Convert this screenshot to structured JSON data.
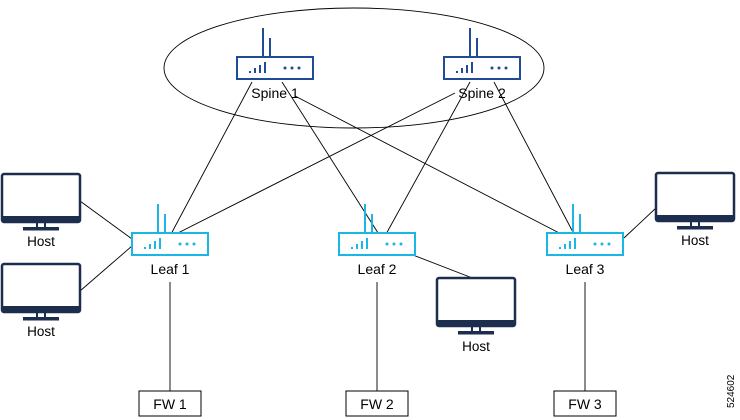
{
  "colors": {
    "spine": "#1f4b99",
    "leaf": "#19b6e6",
    "host": "#1c2d4d",
    "line": "#000000"
  },
  "spines": [
    {
      "label": "Spine 1",
      "icon": "switch-icon"
    },
    {
      "label": "Spine 2",
      "icon": "switch-icon"
    }
  ],
  "leaves": [
    {
      "label": "Leaf 1",
      "icon": "switch-icon"
    },
    {
      "label": "Leaf 2",
      "icon": "switch-icon"
    },
    {
      "label": "Leaf 3",
      "icon": "switch-icon"
    }
  ],
  "hosts": [
    {
      "label": "Host",
      "icon": "monitor-icon"
    },
    {
      "label": "Host",
      "icon": "monitor-icon"
    },
    {
      "label": "Host",
      "icon": "monitor-icon"
    },
    {
      "label": "Host",
      "icon": "monitor-icon"
    }
  ],
  "firewalls": [
    {
      "label": "FW 1"
    },
    {
      "label": "FW 2"
    },
    {
      "label": "FW 3"
    }
  ],
  "figure_number": "524602"
}
